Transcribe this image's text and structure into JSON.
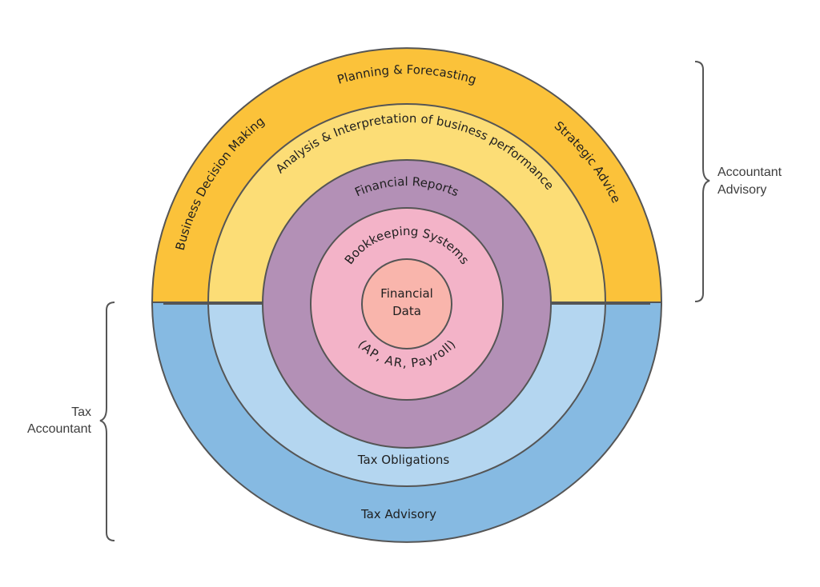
{
  "colors": {
    "top_outer": "#FBC23A",
    "top_inner": "#FCDD76",
    "bottom_outer": "#86BAE2",
    "bottom_inner": "#B4D6F0",
    "reports_ring": "#B390B6",
    "bookkeeping_ring": "#F3B3C8",
    "core": "#F9B5AC",
    "stroke": "#555555"
  },
  "rings": {
    "outer_top": {
      "left_label": "Business Decision Making",
      "middle_label": "Planning & Forecasting",
      "right_label": "Strategic Advice"
    },
    "second_top": {
      "label": "Analysis & Interpretation of business performance"
    },
    "reports": {
      "label": "Financial Reports"
    },
    "bookkeeping": {
      "top_label": "Bookkeeping Systems",
      "bottom_label": "(AP, AR, Payroll)"
    },
    "core": {
      "line1": "Financial",
      "line2": "Data"
    },
    "second_bottom": {
      "label": "Tax Obligations"
    },
    "outer_bottom": {
      "label": "Tax Advisory"
    }
  },
  "side_labels": {
    "right": {
      "line1": "Accountant",
      "line2": "Advisory"
    },
    "left": {
      "line1": "Tax",
      "line2": "Accountant"
    }
  }
}
